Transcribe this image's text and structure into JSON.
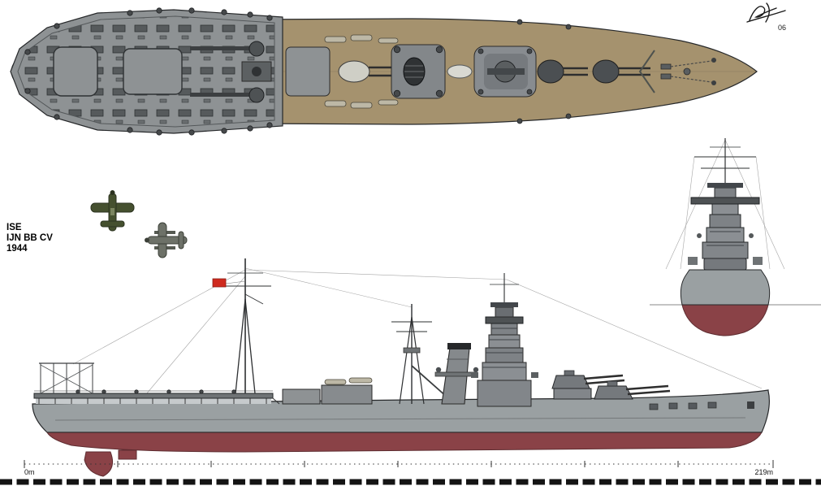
{
  "title": {
    "ship_name": "ISE",
    "designation": "IJN BB CV",
    "year": "1944"
  },
  "signature": {
    "artist_mark": "06"
  },
  "scale_bar": {
    "start_label": "0m",
    "end_label": "219m"
  },
  "colors": {
    "background": "#ffffff",
    "deck_wood_tan": "#a5926e",
    "hull_grey": "#9aa0a2",
    "structure_grey": "#82868a",
    "dark_detail": "#3c3f41",
    "antifouling_red": "#8a4247",
    "flag_red": "#cf2a1e",
    "aircraft_olive": "#45502f",
    "aircraft_grey_green": "#6d7168"
  }
}
